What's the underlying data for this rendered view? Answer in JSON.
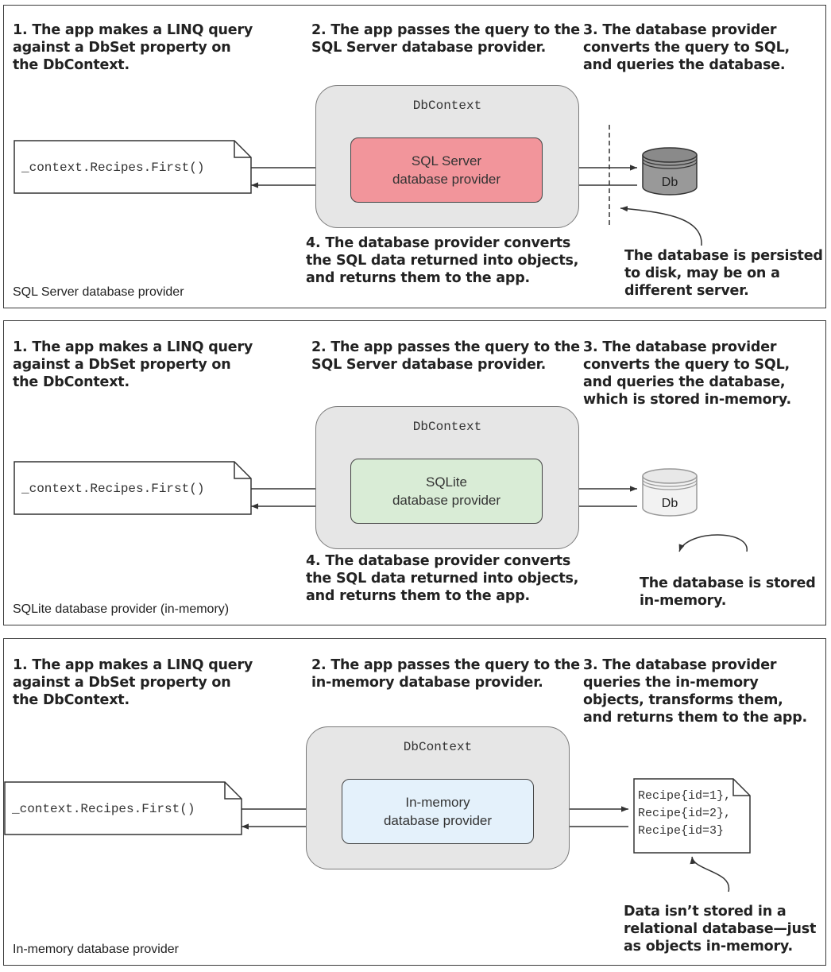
{
  "colors": {
    "sqlserver_provider": "#f2959b",
    "sqlite_provider": "#d9ecd6",
    "inmemory_provider": "#e4f1fb",
    "context_fill": "#e6e6e6"
  },
  "panels": [
    {
      "caption": "SQL Server database provider",
      "step1": "1. The app makes a LINQ query\nagainst a DbSet property on\nthe DbContext.",
      "step2": "2. The app passes the query to the\nSQL Server database provider.",
      "step3": "3. The database provider\nconverts the query to SQL,\nand queries the database.",
      "step4": "4. The database provider converts\nthe SQL data returned into objects,\nand returns them to the app.",
      "note": "The database is persisted\nto disk, may be on a\ndifferent server.",
      "code": "_context.Recipes.First()",
      "context_label": "DbContext",
      "provider_label": "SQL Server\ndatabase provider",
      "db_label": "Db",
      "db_icon": "database-cylinder-dark-icon"
    },
    {
      "caption": "SQLite database provider (in-memory)",
      "step1": "1. The app makes a LINQ query\nagainst a DbSet property on\nthe DbContext.",
      "step2": "2. The app passes the query to the\nSQL Server database provider.",
      "step3": "3. The database provider\nconverts the query to SQL,\nand queries the database,\nwhich is stored in-memory.",
      "step4": "4. The database provider converts\nthe SQL data returned into objects,\nand returns them to the app.",
      "note": "The database is stored\nin-memory.",
      "code": "_context.Recipes.First()",
      "context_label": "DbContext",
      "provider_label": "SQLite\ndatabase provider",
      "db_label": "Db",
      "db_icon": "database-cylinder-light-icon"
    },
    {
      "caption": "In-memory database provider",
      "step1": "1. The app makes a LINQ query\nagainst a DbSet property on\nthe DbContext.",
      "step2": "2. The app passes the query to the\nin-memory database provider.",
      "step3": "3. The database provider\nqueries the in-memory\nobjects, transforms them,\nand returns them to the app.",
      "note": "Data isn’t stored in a\nrelational database—just\nas objects in-memory.",
      "code": "_context.Recipes.First()",
      "context_label": "DbContext",
      "provider_label": "In-memory\ndatabase provider",
      "objects": "Recipe{id=1},\nRecipe{id=2},\nRecipe{id=3}"
    }
  ]
}
